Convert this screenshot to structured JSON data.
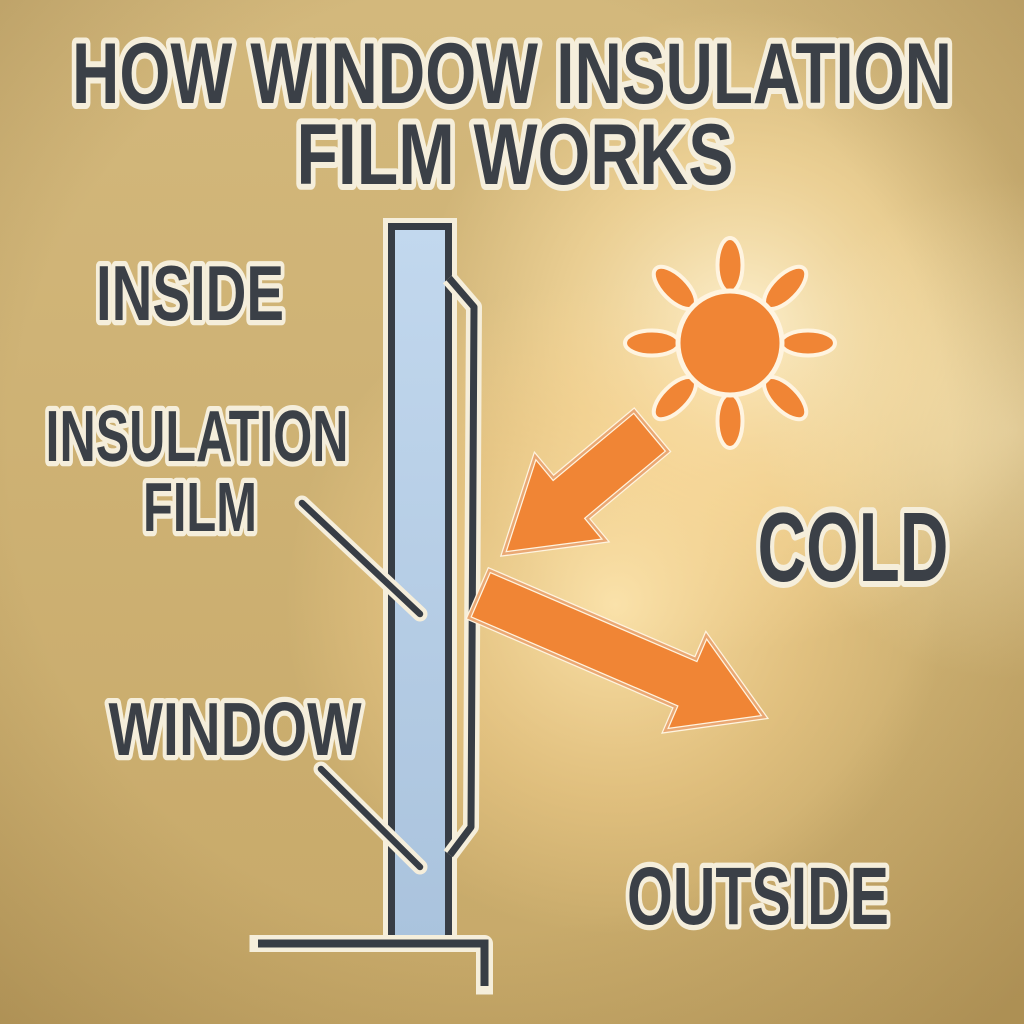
{
  "title": {
    "line1": "HOW WINDOW INSULATION",
    "line2": "FILM WORKS"
  },
  "labels": {
    "inside": "INSIDE",
    "insulation_film_line1": "INSULATION",
    "insulation_film_line2": "FILM",
    "window": "WINDOW",
    "cold": "COLD",
    "outside": "OUTSIDE"
  },
  "icons": {
    "sun": "sun-icon",
    "incoming_arrow": "arrow-down-left-icon",
    "reflected_arrow": "arrow-down-right-icon"
  },
  "colors": {
    "background_gold": "#d0b478",
    "background_gold_dark": "#c6a768",
    "glow_cream": "#ffeec2",
    "accent_orange": "#f08535",
    "outline_cream": "#f5eedb",
    "ink_dark": "#3b4047",
    "window_blue": "#b6cee6",
    "line_dark": "#373d45"
  }
}
